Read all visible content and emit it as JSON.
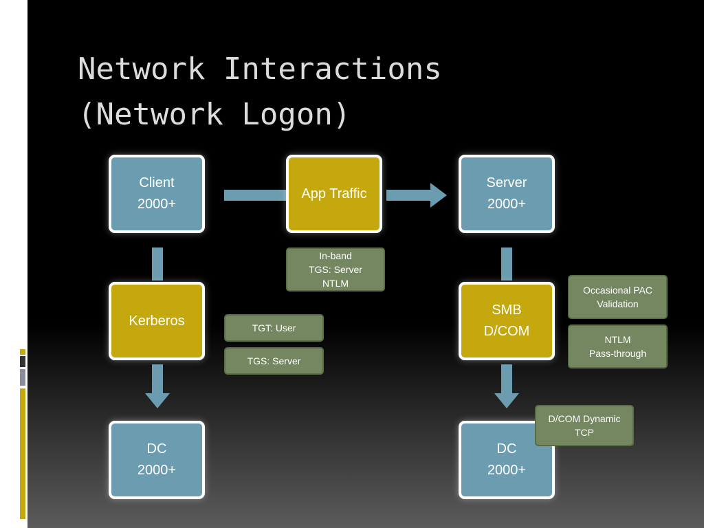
{
  "title": {
    "line1": "Network Interactions",
    "line2": "(Network Logon)"
  },
  "colors": {
    "box_blue": "#6b9caf",
    "box_gold": "#c4a80e",
    "note_green": "#758760",
    "arrow": "#6b9caf",
    "title_text": "#dcdcdc"
  },
  "boxes": {
    "client": {
      "line1": "Client",
      "line2": "2000+"
    },
    "app_traffic": {
      "line1": "App Traffic"
    },
    "server": {
      "line1": "Server",
      "line2": "2000+"
    },
    "kerberos": {
      "line1": "Kerberos"
    },
    "smb_dcom": {
      "line1": "SMB",
      "line2": "D/COM"
    },
    "dc_left": {
      "line1": "DC",
      "line2": "2000+"
    },
    "dc_right": {
      "line1": "DC",
      "line2": "2000+"
    }
  },
  "notes": {
    "in_band": {
      "line1": "In-band",
      "line2": "TGS: Server",
      "line3": "NTLM"
    },
    "tgt_user": {
      "line1": "TGT: User"
    },
    "tgs_server": {
      "line1": "TGS: Server"
    },
    "occasional_pac": {
      "line1": "Occasional PAC",
      "line2": "Validation"
    },
    "ntlm_passthrough": {
      "line1": "NTLM",
      "line2": "Pass-through"
    },
    "dcom_dynamic": {
      "line1": "D/COM Dynamic",
      "line2": "TCP"
    }
  }
}
